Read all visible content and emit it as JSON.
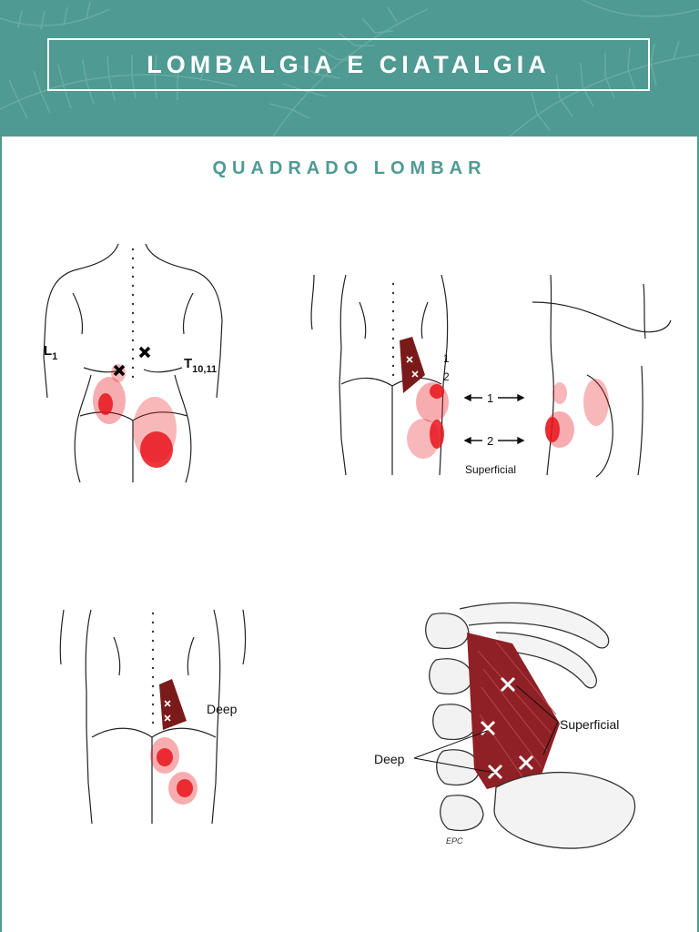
{
  "header": {
    "title": "LOMBALGIA E CIATALGIA"
  },
  "section": {
    "subtitle": "QUADRADO LOMBAR"
  },
  "figures": {
    "fig1": {
      "label_left": "L",
      "label_left_sub": "1",
      "label_right": "T",
      "label_right_sub": "10,11"
    },
    "fig2": {
      "marker_1": "1",
      "marker_2": "2",
      "arrow_1": "1",
      "arrow_2": "2",
      "caption": "Superficial"
    },
    "fig3": {
      "caption": "Deep"
    },
    "fig4": {
      "label_superficial": "Superficial",
      "label_deep": "Deep",
      "signature": "EPC"
    }
  },
  "colors": {
    "teal": "#4f9a92",
    "pain_red": "#e8141c",
    "muscle": "#7a1a1a"
  }
}
